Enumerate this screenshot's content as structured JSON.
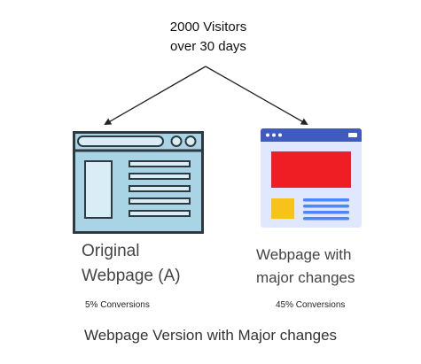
{
  "top": {
    "line1": "2000 Visitors",
    "line2": "over 30 days"
  },
  "original": {
    "line1": "Original",
    "line2": "Webpage (A)",
    "conversions": "5% Conversions",
    "icon": "wireframe-webpage-icon"
  },
  "major": {
    "line1": "Webpage with",
    "line2": "major changes",
    "conversions": "45% Conversions",
    "icon": "colorful-webpage-icon"
  },
  "title": "Webpage Version with Major changes",
  "colors": {
    "wireframe_fill": "#a9d4e6",
    "wireframe_stroke": "#2f3a40",
    "browser_bar": "#3f5bbf",
    "browser_body": "#dfe8ff",
    "hero_block": "#ef1d24",
    "image_block": "#f7c21a",
    "text_lines": "#4e86ff"
  }
}
